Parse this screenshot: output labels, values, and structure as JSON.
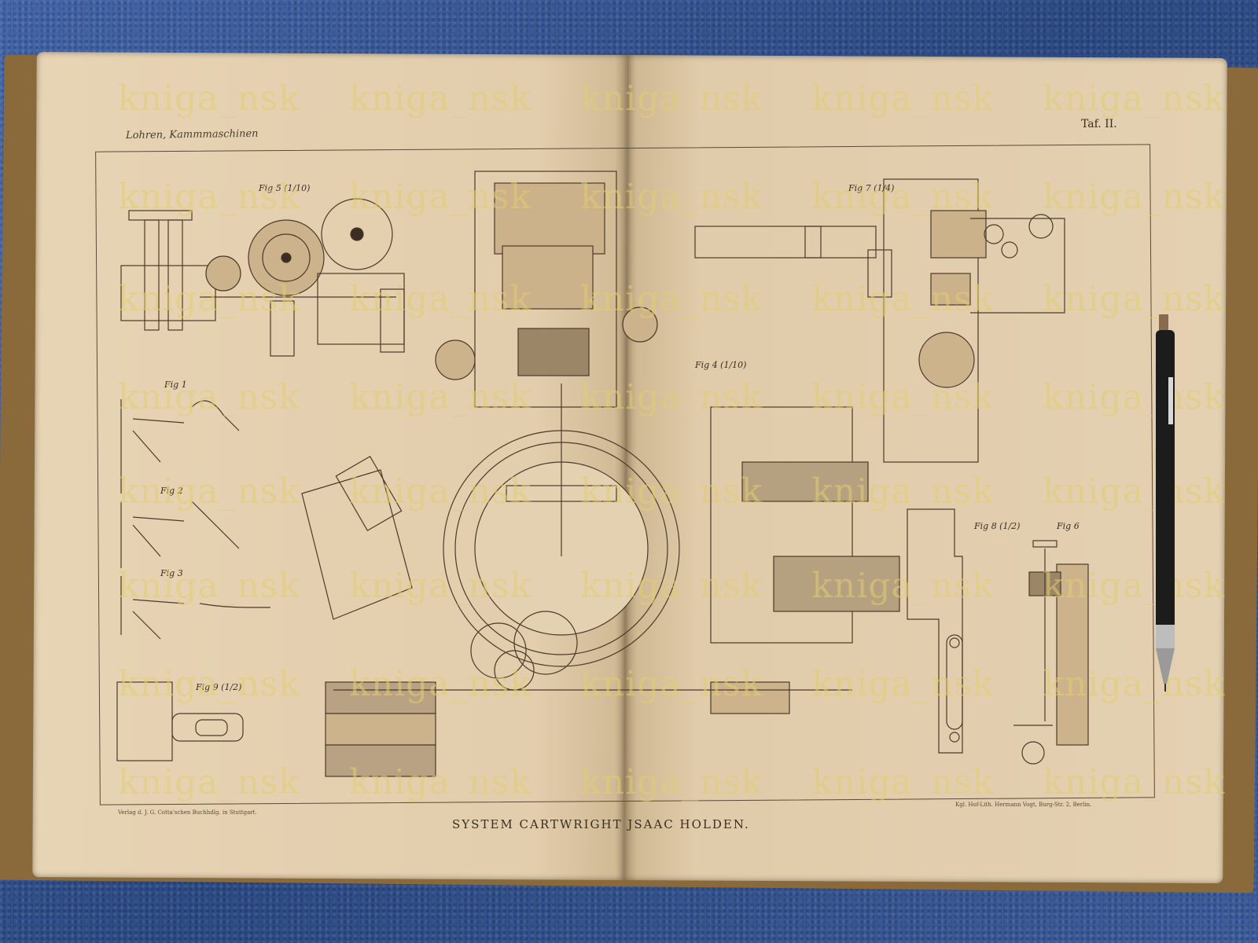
{
  "page": {
    "header_left": "Lohren, Kammmaschinen",
    "header_right": "Taf. II.",
    "caption": "SYSTEM CARTWRIGHT  JSAAC HOLDEN.",
    "imprint_left": "Verlag d. J. G. Cotta'schen Buchhdlg. in Stuttgart.",
    "imprint_right": "Kgl. Hof-Lith. Hermann Vogt, Burg-Str. 2, Berlin."
  },
  "watermark": {
    "text": "kniga_nsk",
    "color": "#e1cd6e"
  },
  "figures": [
    {
      "label": "Fig 5 (1/10)"
    },
    {
      "label": "Fig 1"
    },
    {
      "label": "Fig 2"
    },
    {
      "label": "Fig 3"
    },
    {
      "label": "Fig 9 (1/2)"
    },
    {
      "label": "Fig 4 (1/10)"
    },
    {
      "label": "Fig 7 (1/4)"
    },
    {
      "label": "Fig 8 (1/2)"
    },
    {
      "label": "Fig 6"
    }
  ],
  "colors": {
    "paper": "#e4d1b2",
    "ink": "#3a2e22",
    "carpet": "#3a5a9a"
  },
  "objects": {
    "pencil": "mechanical-pencil"
  }
}
